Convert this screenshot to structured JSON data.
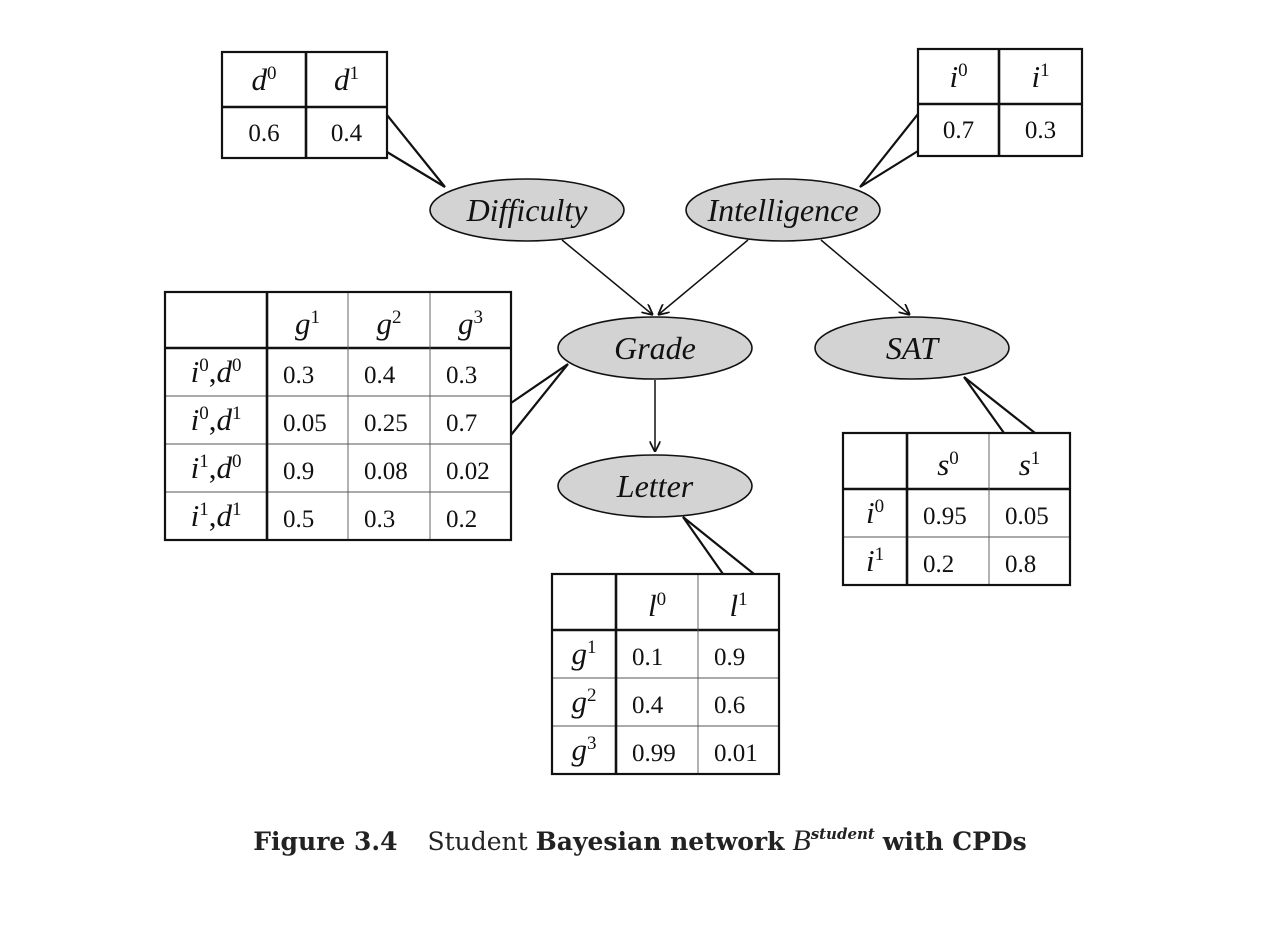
{
  "colors": {
    "node_fill": "#d3d3d3",
    "stroke": "#111111",
    "background": "#ffffff"
  },
  "nodes": {
    "difficulty": "Difficulty",
    "intelligence": "Intelligence",
    "grade": "Grade",
    "sat": "SAT",
    "letter": "Letter"
  },
  "cpds": {
    "difficulty": {
      "header": [
        [
          "d",
          "0"
        ],
        [
          "d",
          "1"
        ]
      ],
      "values": [
        "0.6",
        "0.4"
      ]
    },
    "intelligence": {
      "header": [
        [
          "i",
          "0"
        ],
        [
          "i",
          "1"
        ]
      ],
      "values": [
        "0.7",
        "0.3"
      ]
    },
    "grade": {
      "col_headers": [
        [
          "g",
          "1"
        ],
        [
          "g",
          "2"
        ],
        [
          "g",
          "3"
        ]
      ],
      "row_headers": [
        [
          [
            "i",
            "0"
          ],
          [
            "d",
            "0"
          ]
        ],
        [
          [
            "i",
            "0"
          ],
          [
            "d",
            "1"
          ]
        ],
        [
          [
            "i",
            "1"
          ],
          [
            "d",
            "0"
          ]
        ],
        [
          [
            "i",
            "1"
          ],
          [
            "d",
            "1"
          ]
        ]
      ],
      "values": [
        [
          "0.3",
          "0.4",
          "0.3"
        ],
        [
          "0.05",
          "0.25",
          "0.7"
        ],
        [
          "0.9",
          "0.08",
          "0.02"
        ],
        [
          "0.5",
          "0.3",
          "0.2"
        ]
      ]
    },
    "sat": {
      "col_headers": [
        [
          "s",
          "0"
        ],
        [
          "s",
          "1"
        ]
      ],
      "row_headers": [
        [
          "i",
          "0"
        ],
        [
          "i",
          "1"
        ]
      ],
      "values": [
        [
          "0.95",
          "0.05"
        ],
        [
          "0.2",
          "0.8"
        ]
      ]
    },
    "letter": {
      "col_headers": [
        [
          "l",
          "0"
        ],
        [
          "l",
          "1"
        ]
      ],
      "row_headers": [
        [
          "g",
          "1"
        ],
        [
          "g",
          "2"
        ],
        [
          "g",
          "3"
        ]
      ],
      "values": [
        [
          "0.1",
          "0.9"
        ],
        [
          "0.4",
          "0.6"
        ],
        [
          "0.99",
          "0.01"
        ]
      ]
    }
  },
  "edges": [
    [
      "difficulty",
      "grade"
    ],
    [
      "intelligence",
      "grade"
    ],
    [
      "intelligence",
      "sat"
    ],
    [
      "grade",
      "letter"
    ]
  ],
  "caption": {
    "figure_label": "Figure 3.4",
    "text_plain": "Student",
    "text_bold": "Bayesian network",
    "script_symbol": "B",
    "superscript": "student",
    "text_tail": "with CPDs"
  }
}
